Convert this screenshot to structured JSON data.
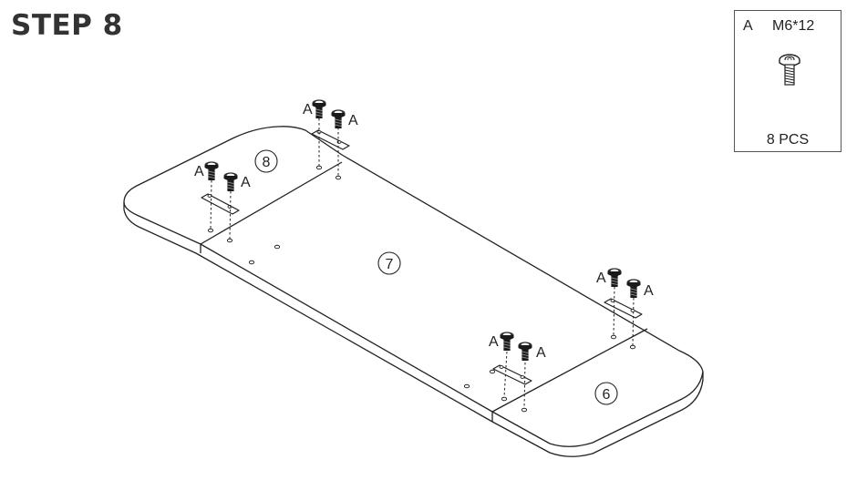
{
  "step": {
    "title": "STEP 8"
  },
  "parts": {
    "letter": "A",
    "spec": "M6*12",
    "quantity": "8 PCS",
    "icon": "screw-icon"
  },
  "diagram": {
    "panels": [
      {
        "number": "8"
      },
      {
        "number": "7"
      },
      {
        "number": "6"
      }
    ],
    "screw_label": "A"
  },
  "colors": {
    "line": "#222222",
    "screw": "#1a1a1a",
    "title": "#333333"
  }
}
